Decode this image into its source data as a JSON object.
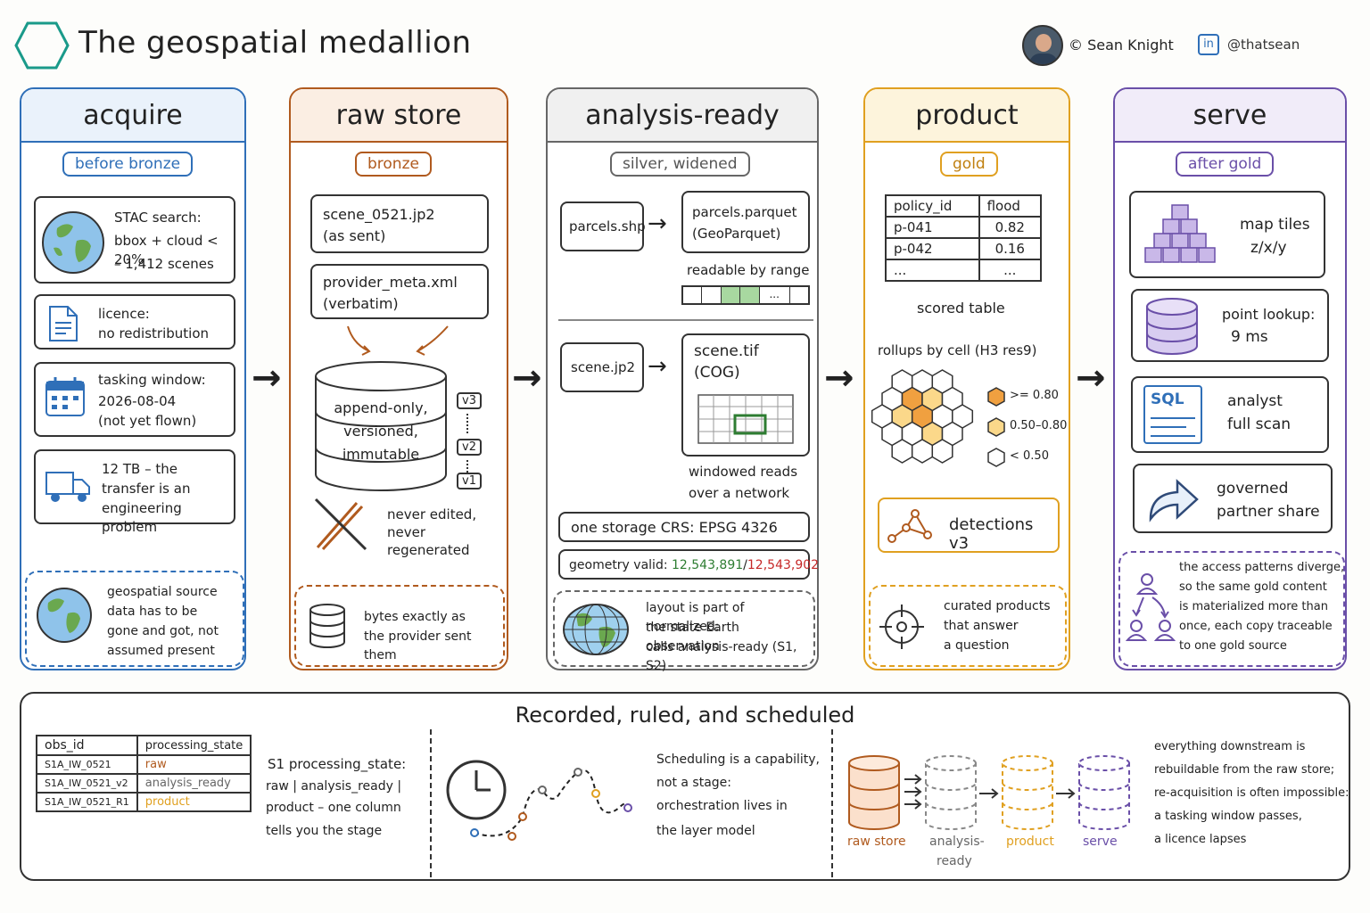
{
  "header": {
    "title": "The geospatial medallion",
    "author": "© Sean Knight",
    "linkedin_handle": "@thatsean",
    "linkedin_glyph": "in"
  },
  "columns": {
    "acquire": {
      "title": "acquire",
      "tag": "before bronze",
      "color": "#2f6fb8",
      "card1": {
        "line1": "STAC search:",
        "line2": "bbox + cloud < 20%",
        "line3": "– 1,412 scenes"
      },
      "card2": {
        "line1": "licence:",
        "line2": "no redistribution"
      },
      "card3": {
        "line1": "tasking window:",
        "line2": "2026-08-04",
        "line3": "(not yet flown)"
      },
      "card4": {
        "line1": "12 TB – the",
        "line2": "transfer is an",
        "line3": "engineering problem"
      },
      "note": {
        "line1": "geospatial source",
        "line2": "data has to be",
        "line3": "gone and got, not",
        "line4": "assumed present"
      }
    },
    "raw_store": {
      "title": "raw store",
      "tag": "bronze",
      "color": "#b05a1e",
      "file1": {
        "line1": "scene_0521.jp2",
        "line2": "(as sent)"
      },
      "file2": {
        "line1": "provider_meta.xml",
        "line2": "(verbatim)"
      },
      "db": {
        "line1": "append-only,",
        "line2": "versioned,",
        "line3": "immutable"
      },
      "versions": [
        "v3",
        "v2",
        "v1"
      ],
      "never": {
        "line1": "never edited,",
        "line2": "never",
        "line3": "regenerated"
      },
      "note": {
        "line1": "bytes exactly as",
        "line2": "the provider sent them"
      }
    },
    "analysis_ready": {
      "title": "analysis-ready",
      "tag": "silver, widened",
      "color": "#666666",
      "vec_in": "parcels.shp",
      "vec_out": {
        "line1": "parcels.parquet",
        "line2": "(GeoParquet)"
      },
      "vec_caption": "readable by range",
      "bar_more": "...",
      "ras_in": "scene.jp2",
      "ras_out": {
        "line1": "scene.tif",
        "line2": "(COG)"
      },
      "ras_caption": {
        "line1": "windowed reads",
        "line2": "over a network"
      },
      "crs": "one storage CRS: EPSG 4326",
      "geom": {
        "label": "geometry valid:",
        "valid": "12,543,891",
        "sep": "/",
        "total": "12,543,902",
        "valid_color": "#2e7d32",
        "total_color": "#c62828"
      },
      "note": {
        "line1": "layout is part of normalized:",
        "line2": "the state Earth observation",
        "line3": "calls analysis-ready (S1, S2)"
      }
    },
    "product": {
      "title": "product",
      "tag": "gold",
      "color": "#e0a020",
      "table": {
        "headers": [
          "policy_id",
          "flood"
        ],
        "rows": [
          [
            "p-041",
            "0.82"
          ],
          [
            "p-042",
            "0.16"
          ],
          [
            "...",
            "..."
          ]
        ]
      },
      "table_caption": "scored table",
      "rollup_title": "rollups by cell (H3 res9)",
      "legend": [
        {
          "label": ">= 0.80",
          "color": "#f0a040"
        },
        {
          "label": "0.50–0.80",
          "color": "#fbd88a"
        },
        {
          "label": "< 0.50",
          "color": "#ffffff"
        }
      ],
      "detections": "detections v3",
      "note": {
        "line1": "curated products",
        "line2": "that answer",
        "line3": "a question"
      }
    },
    "serve": {
      "title": "serve",
      "tag": "after gold",
      "color": "#6a4fa8",
      "card1": {
        "line1": "map tiles",
        "line2": "z/x/y"
      },
      "card2": {
        "line1": "point lookup:",
        "line2": "9 ms"
      },
      "card3": {
        "label": "SQL",
        "line1": "analyst",
        "line2": "full scan"
      },
      "card4": {
        "line1": "governed",
        "line2": "partner share"
      },
      "note": {
        "line1": "the access patterns diverge,",
        "line2": "so the same gold content",
        "line3": "is materialized more than",
        "line4": "once, each copy traceable",
        "line5": "to one gold source"
      }
    }
  },
  "bottom": {
    "title": "Recorded, ruled, and scheduled",
    "table": {
      "headers": [
        "obs_id",
        "processing_state"
      ],
      "rows": [
        {
          "id": "S1A_IW_0521",
          "state": "raw",
          "color": "#b05a1e"
        },
        {
          "id": "S1A_IW_0521_v2",
          "state": "analysis_ready",
          "color": "#666666"
        },
        {
          "id": "S1A_IW_0521_R1",
          "state": "product",
          "color": "#e0a020"
        }
      ]
    },
    "state_text": {
      "line1": "S1 processing_state:",
      "line2": "raw | analysis_ready |",
      "line3": "product – one column",
      "line4": "tells you the stage"
    },
    "sched_text": {
      "line1": "Scheduling is a capability,",
      "line2": "not a stage:",
      "line3": "orchestration lives in",
      "line4": "the layer model"
    },
    "stack_labels": [
      "raw store",
      "analysis-",
      "ready",
      "product",
      "serve"
    ],
    "final_text": {
      "line1": "everything downstream is",
      "line2": "rebuildable from the raw store;",
      "line3": "re-acquisition is often impossible:",
      "line4": "a tasking window passes,",
      "line5": "a licence lapses"
    }
  }
}
